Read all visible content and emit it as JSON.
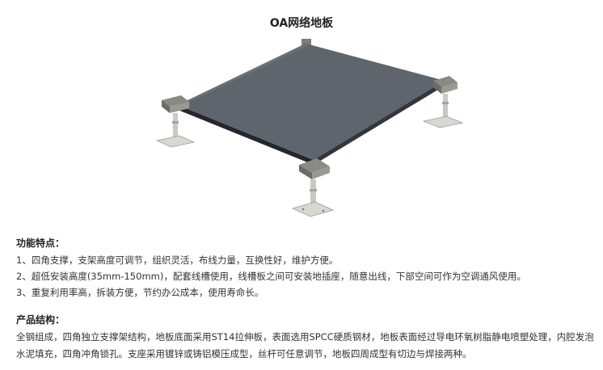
{
  "title": "OA网络地板",
  "features": {
    "heading": "功能特点：",
    "items": [
      "1、四角支撑，支架高度可调节，组织灵活，布线力量，互换性好，维护方便。",
      "2、超低安装高度(35mm-150mm)，配套线槽使用，线槽板之间可安装地插座，随意出线，下部空间可作为空调通风使用。",
      "3、重复利用率高，拆装方便，节约办公成本，使用寿命长。"
    ]
  },
  "structure": {
    "heading": "产品结构：",
    "text": "全钢组成，四角独立支撑架结构，地板底面采用ST14拉伸板，表面选用SPCC硬质钢材，地板表面经过导电环氧树脂静电喷塑处理，内腔发泡水泥填充，四角冲角锁孔。支座采用镀锌或铸铝模压成型，丝杆可任意调节，地板四周成型有切边与焊接两种。"
  },
  "colors": {
    "panel_top": "#5f656d",
    "panel_edge": "#2e3136",
    "pedestal_metal": "#c9c9c4",
    "pedestal_dark": "#8a8a84"
  }
}
